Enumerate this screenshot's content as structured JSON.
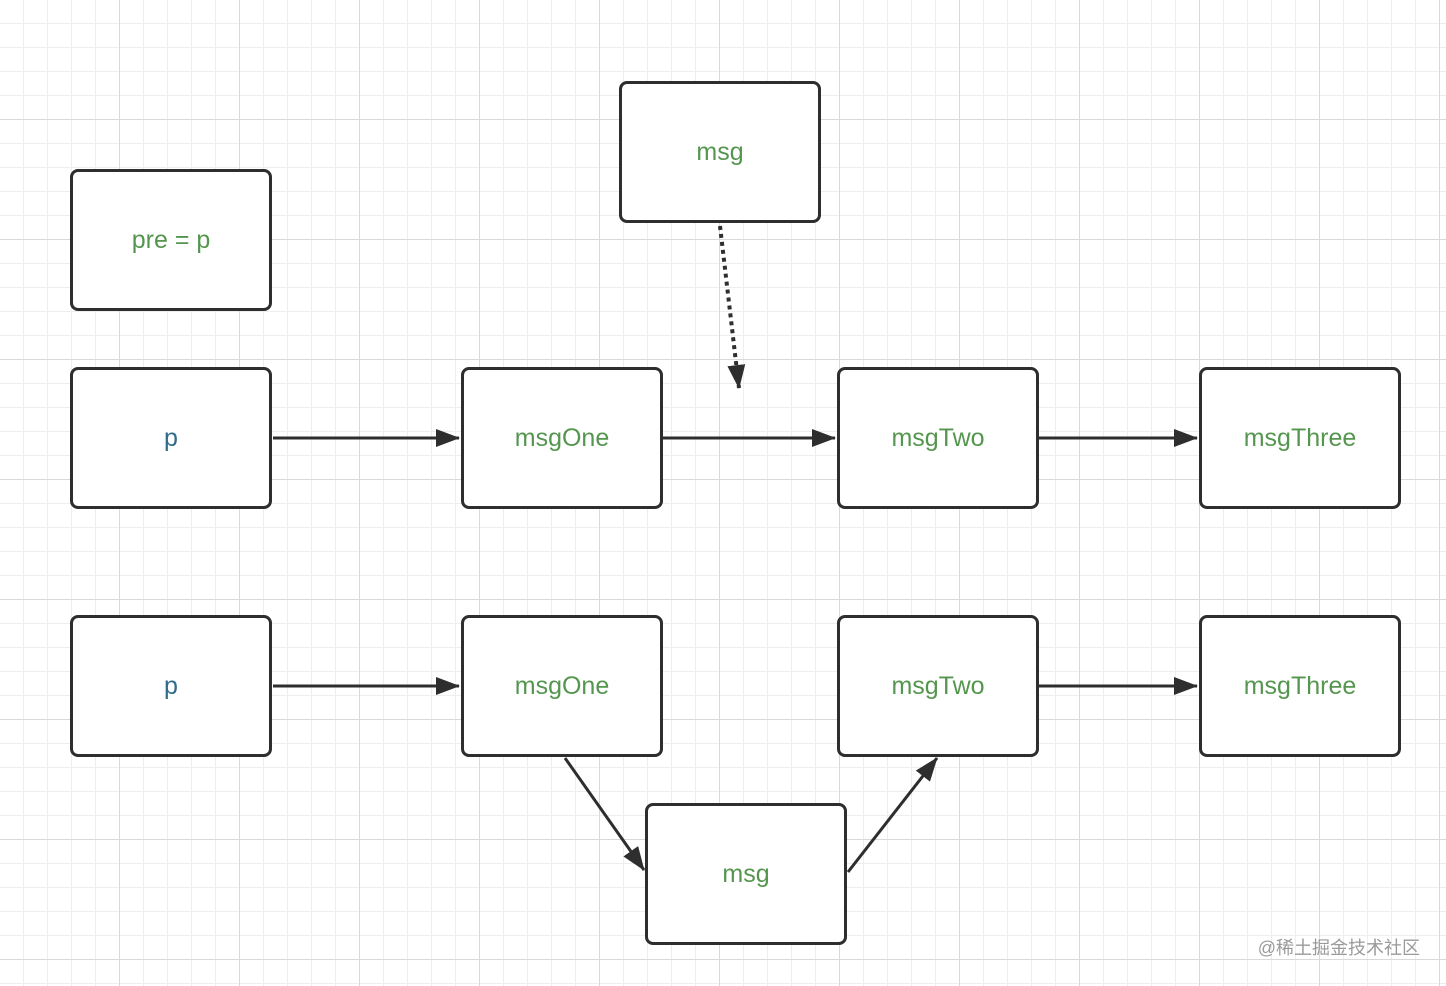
{
  "diagram": {
    "colors": {
      "node_text": "#55964f",
      "pointer_text": "#2f6b8c",
      "stroke": "#2e2e2e"
    },
    "nodes": {
      "pre": {
        "label": "pre = p"
      },
      "new_msg": {
        "label": "msg"
      },
      "p1": {
        "label": "p"
      },
      "msgOne1": {
        "label": "msgOne"
      },
      "msgTwo1": {
        "label": "msgTwo"
      },
      "msgThree1": {
        "label": "msgThree"
      },
      "p2": {
        "label": "p"
      },
      "msgOne2": {
        "label": "msgOne"
      },
      "msgTwo2": {
        "label": "msgTwo"
      },
      "msgThree2": {
        "label": "msgThree"
      },
      "msg_inserted": {
        "label": "msg"
      }
    },
    "edges": [
      {
        "from": "p1",
        "to": "msgOne1",
        "style": "solid"
      },
      {
        "from": "msgOne1",
        "to": "msgTwo1",
        "style": "solid"
      },
      {
        "from": "msgTwo1",
        "to": "msgThree1",
        "style": "solid"
      },
      {
        "from": "new_msg",
        "to": "msgOne1-msgTwo1 link",
        "style": "dotted"
      },
      {
        "from": "p2",
        "to": "msgOne2",
        "style": "solid"
      },
      {
        "from": "msgOne2",
        "to": "msg_inserted",
        "style": "solid"
      },
      {
        "from": "msg_inserted",
        "to": "msgTwo2",
        "style": "solid"
      },
      {
        "from": "msgTwo2",
        "to": "msgThree2",
        "style": "solid"
      }
    ]
  },
  "watermark": "@稀土掘金技术社区"
}
